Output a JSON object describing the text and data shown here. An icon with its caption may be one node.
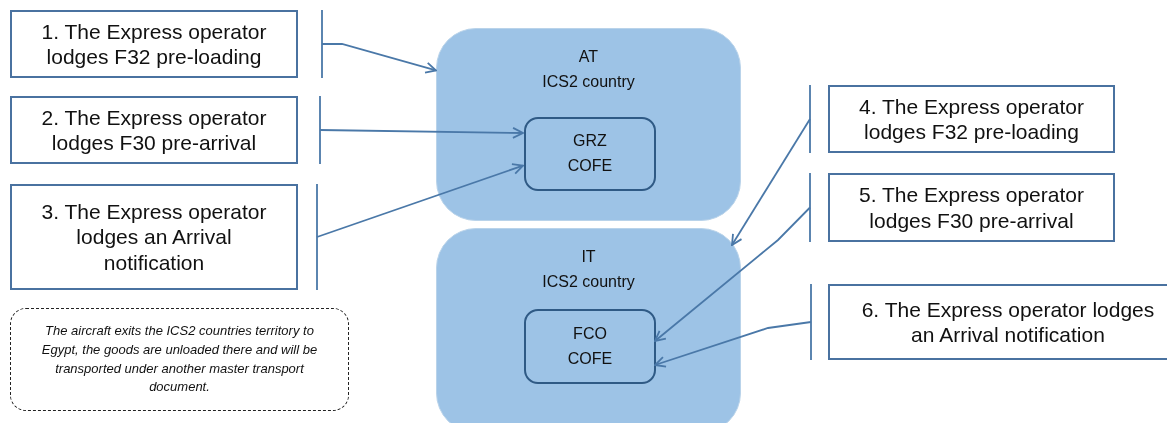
{
  "diagram": {
    "nodes": [
      {
        "text": [
          "1. The Express operator lodges F32 pre-loading"
        ]
      },
      {
        "text": [
          "2. The Express operator lodges F30 pre-arrival"
        ]
      },
      {
        "text": [
          "3. The Express operator lodges an Arrival notification"
        ]
      },
      {
        "text": [
          "AT",
          "ICS2 country"
        ]
      },
      {
        "text": [
          "GRZ COFE"
        ],
        "in": 3
      },
      {
        "text": [
          "IT",
          "ICS2 country"
        ]
      },
      {
        "text": [
          "FCO COFE"
        ],
        "in": 5
      },
      {
        "text": [
          "4. The Express operator lodges F32 pre-loading"
        ]
      },
      {
        "text": [
          "5. The Express operator lodges F30 pre-arrival"
        ]
      },
      {
        "text": [
          "6. The Express operator lodges an Arrival notification"
        ]
      },
      {
        "text": [
          "The aircraft exits the ICS2 countries territory to Egypt, the goods are unloaded there and will be transported under another master transport document."
        ]
      }
    ],
    "edges": [
      {
        "from": 0,
        "to": 3,
        "arrow": "to"
      },
      {
        "from": 1,
        "to": 4,
        "arrow": "to"
      },
      {
        "from": 2,
        "to": 4,
        "arrow": "to"
      },
      {
        "from": 7,
        "to": 5,
        "arrow": "to"
      },
      {
        "from": 8,
        "to": 6,
        "arrow": "to"
      },
      {
        "from": 9,
        "to": 6,
        "arrow": "to"
      }
    ]
  }
}
